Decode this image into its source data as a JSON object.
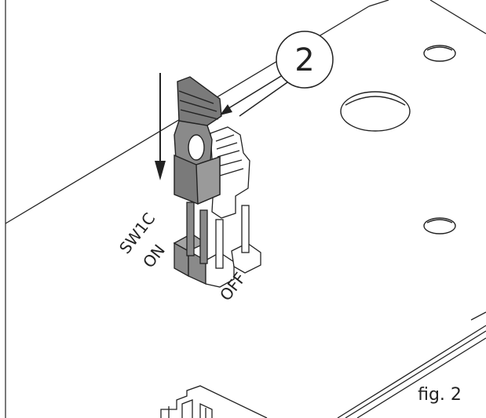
{
  "callout": {
    "number": "2"
  },
  "labels": {
    "switch_name": "SW1C",
    "on": "ON",
    "off": "OFF"
  },
  "caption": "fig. 2",
  "icons": [
    "down-arrow-icon",
    "leader-arrow-icon"
  ],
  "colors": {
    "line": "#222222",
    "jumper_dark": "#777777",
    "jumper_light": "#ffffff",
    "background": "#ffffff"
  }
}
